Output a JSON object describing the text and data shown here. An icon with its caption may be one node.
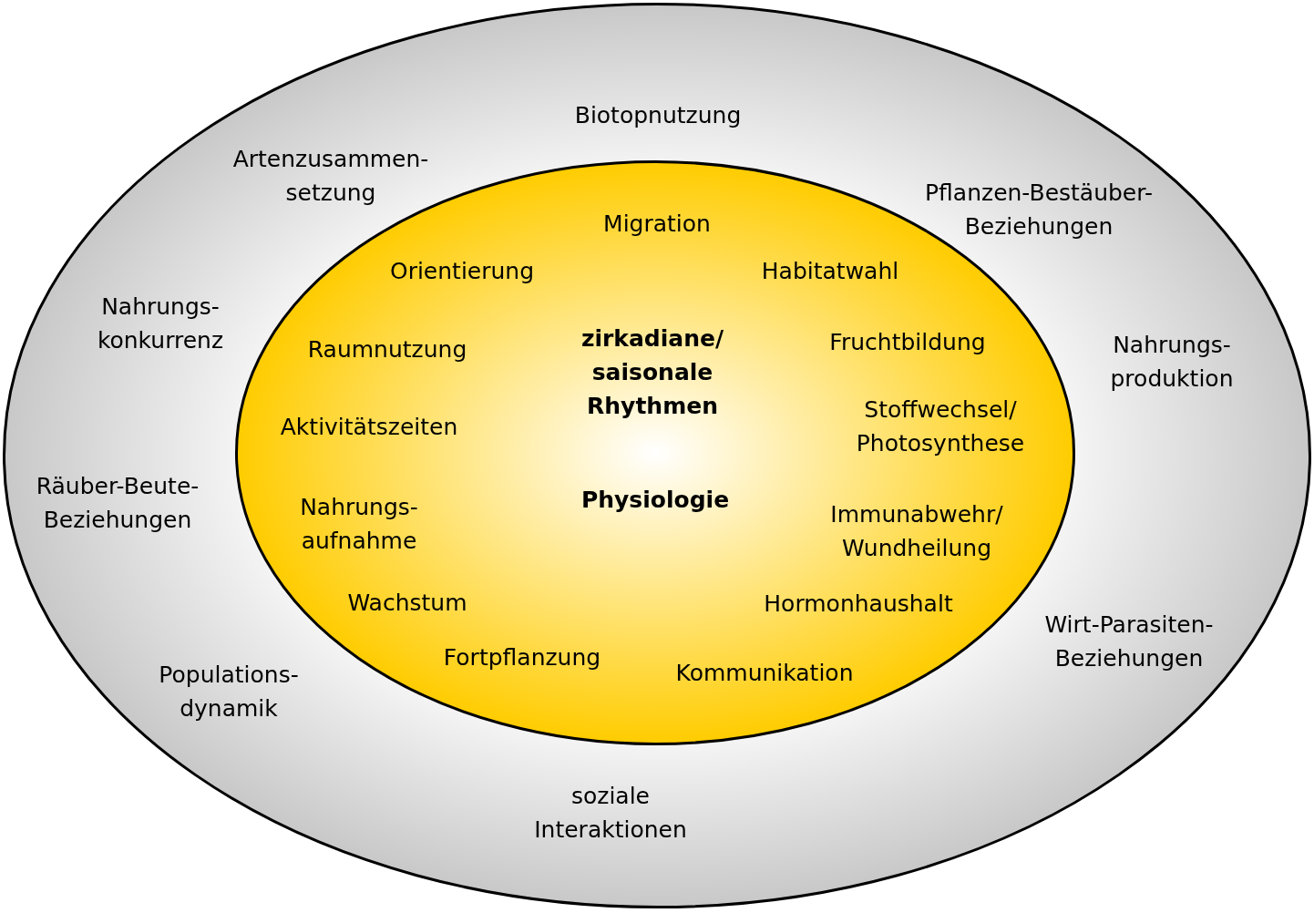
{
  "diagram": {
    "nodes": [
      {
        "text": [
          "Biotopnutzung",
          "Artenzusammen- setzung",
          "Pflanzen-Bestäuber- Beziehungen",
          "Nahrungs- konkurrenz",
          "Nahrungs- produktion",
          "Räuber-Beute- Beziehungen",
          "Wirt-Parasiten- Beziehungen",
          "Populations- dynamik",
          "soziale Interaktionen"
        ]
      },
      {
        "text": [
          "Migration",
          "Orientierung",
          "Habitatwahl",
          "Raumnutzung",
          "zirkadiane/ saisonale Rhythmen",
          "Fruchtbildung",
          "Aktivitätszeiten",
          "Stoffwechsel/ Photosynthese",
          "Physiologie",
          "Nahrungs- aufnahme",
          "Immunabwehr/ Wundheilung",
          "Wachstum",
          "Hormonhaushalt",
          "Fortpflanzung",
          "Kommunikation"
        ],
        "in": 0
      }
    ]
  }
}
